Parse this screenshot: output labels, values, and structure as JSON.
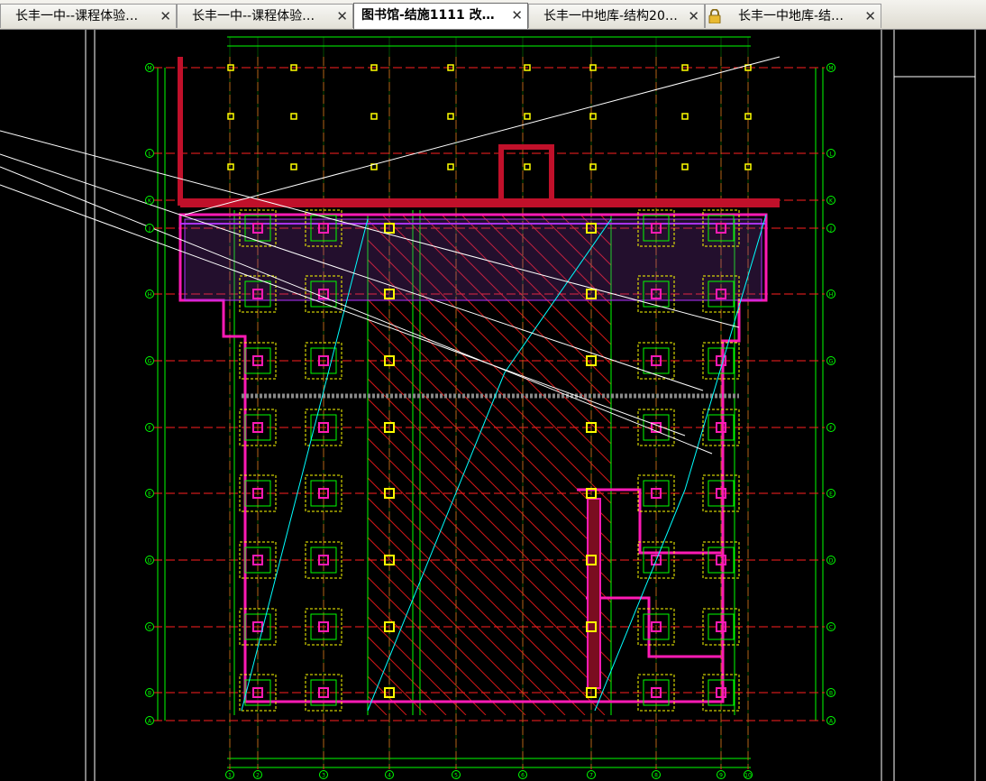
{
  "tabs": [
    {
      "title": "长丰一中--课程体验…",
      "active": false,
      "locked": false
    },
    {
      "title": "长丰一中--课程体验…",
      "active": false,
      "locked": false
    },
    {
      "title": "图书馆-结施1111  改…",
      "active": true,
      "locked": false
    },
    {
      "title": "长丰一中地库-结构20…",
      "active": false,
      "locked": false
    },
    {
      "title": "长丰一中地库-结…",
      "active": false,
      "locked": true
    }
  ],
  "close_glyph": "✕",
  "drawing": {
    "axis_labels_top": [
      "1",
      "2",
      "3",
      "4",
      "5",
      "6",
      "7",
      "8",
      "9",
      "10"
    ],
    "axis_labels_side": [
      "M",
      "L",
      "K",
      "J",
      "H",
      "G",
      "F",
      "E",
      "D",
      "C",
      "B",
      "A"
    ],
    "colors": {
      "background": "#000000",
      "grid_red": "#ff2020",
      "wall_magenta": "#ff1ab5",
      "dim_green": "#00ff00",
      "column_yellow": "#ffff00",
      "leader_white": "#ffffff",
      "cyan": "#00ffff",
      "purple": "#b030ff"
    }
  }
}
